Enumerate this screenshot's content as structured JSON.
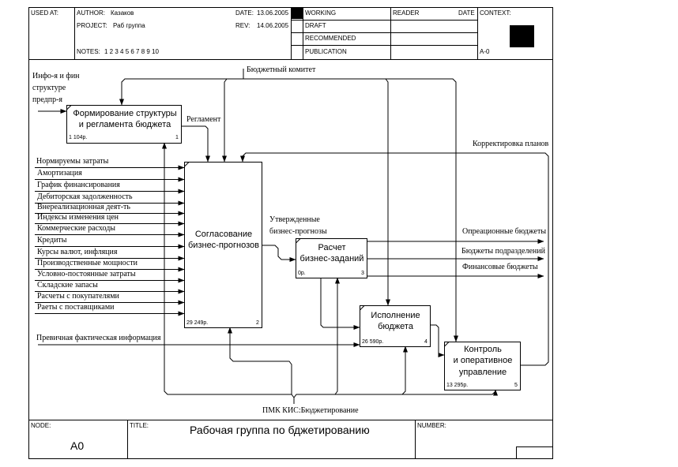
{
  "header": {
    "used_at_label": "USED AT:",
    "author_label": "AUTHOR:",
    "author": "Казаков",
    "project_label": "PROJECT:",
    "project": "Раб группа",
    "notes_label": "NOTES:",
    "notes": "1  2  3  4  5  6  7  8  9  10",
    "date_label": "DATE:",
    "date": "13.06.2005",
    "rev_label": "REV:",
    "rev": "14.06.2005",
    "status": [
      "WORKING",
      "DRAFT",
      "RECOMMENDED",
      "PUBLICATION"
    ],
    "reader_label": "READER",
    "reader_date_label": "DATE",
    "context_label": "CONTEXT:",
    "context_node": "A-0"
  },
  "boxes": [
    {
      "title": [
        "Формирование структуры",
        "и регламента бюджета"
      ],
      "cost": "1 104р.",
      "num": "1"
    },
    {
      "title": [
        "Согласование",
        "бизнес-прогнозов"
      ],
      "cost": "29 249р.",
      "num": "2"
    },
    {
      "title": [
        "Расчет",
        "бизнес-заданий"
      ],
      "cost": "0р.",
      "num": "3"
    },
    {
      "title": [
        "Исполнение",
        "бюджета"
      ],
      "cost": "26 590р.",
      "num": "4"
    },
    {
      "title": [
        "Контроль",
        "и оперативное",
        "управление"
      ],
      "cost": "13 295р.",
      "num": "5"
    }
  ],
  "arrows": {
    "info_structure": [
      "Инфо-я и фин",
      "структуре",
      "предпр-я"
    ],
    "budget_committee": "Бюджетный комитет",
    "reglament": "Регламент",
    "plan_correction": "Корректировка планов",
    "approved_forecasts": [
      "Утвержденные",
      "бизнес-прогнозы"
    ],
    "operational_budgets": "Опреационные бюджеты",
    "dept_budgets": "Бюджеты подразделений",
    "financial_budgets": "Финансовые бюджеты",
    "primary_info": "Превичная фактическая информация",
    "mechanism": "ПМК КИС:Бюджетирование",
    "inputs": [
      "Нормируемы затраты",
      "Амортизация",
      "График финансирования",
      "Дебиторская задолженность",
      "Внереализационная деят-ть",
      "Индексы изменения цен",
      "Коммерческие расходы",
      "Кредиты",
      "Курсы валют, инфляция",
      "Производственные мощности",
      "Условно-постоянные затраты",
      "Складские запасы",
      "Расчеты с покупателями",
      "Раеты с поставщиками"
    ]
  },
  "footer": {
    "node_label": "NODE:",
    "node": "A0",
    "title_label": "TITLE:",
    "title": "Рабочая группа по бджетированию",
    "number_label": "NUMBER:"
  }
}
